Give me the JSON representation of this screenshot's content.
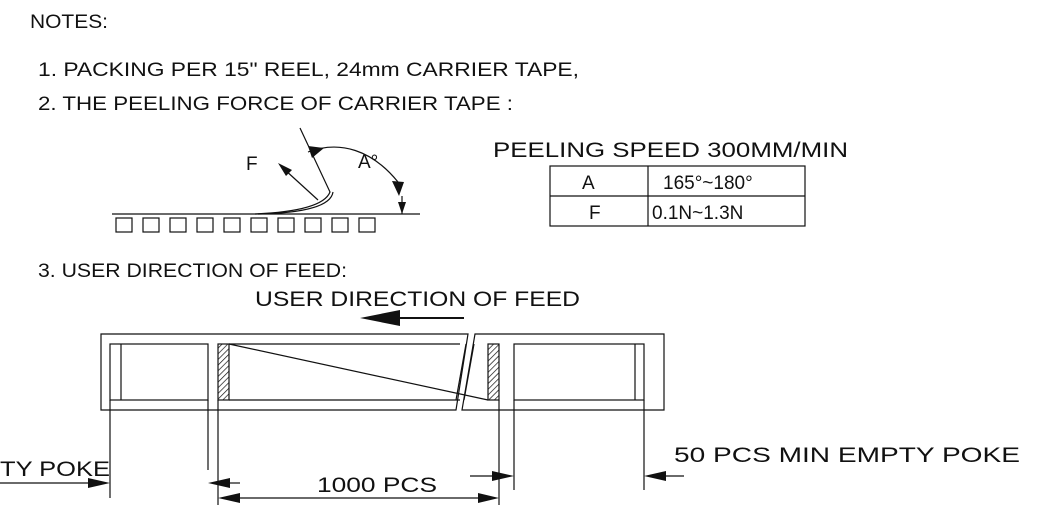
{
  "notes": {
    "heading": "NOTES:",
    "item1": "1. PACKING PER 15\" REEL, 24mm CARRIER TAPE,",
    "item2": "2. THE PEELING FORCE OF CARRIER TAPE :",
    "item3": "3. USER DIRECTION OF FEED:"
  },
  "peel_diagram": {
    "force_label": "F",
    "angle_label": "A°"
  },
  "peel_table": {
    "title": "PEELING SPEED 300MM/MIN",
    "rows": [
      {
        "param": "A",
        "value": "165°~180°"
      },
      {
        "param": "F",
        "value": "0.1N~1.3N"
      }
    ]
  },
  "feed_diagram": {
    "direction_label": "USER DIRECTION OF FEED",
    "left_empty_label": "TY POKE",
    "right_empty_label": "50 PCS MIN  EMPTY POKE",
    "pcs_label": "1000 PCS"
  }
}
